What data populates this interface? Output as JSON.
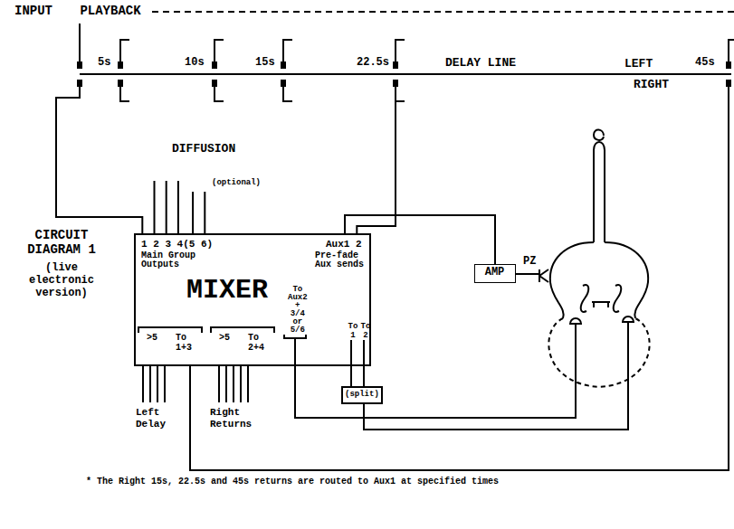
{
  "diagram": {
    "title": "CIRCUIT DIAGRAM 1",
    "caption": "* The Right 15s, 22.5s and 45s returns are routed to Aux1 at specified times",
    "nodes": [
      {
        "text": [
          "1 2 3 4(5 6)",
          "Main Group Outputs",
          "Aux1 2",
          "Pre-fade Aux sends",
          "MIXER",
          "To Aux2 + 3/4 or 5/6",
          ">5",
          "To 1+3",
          ">5",
          "To 2+4",
          "To 1",
          "To 2"
        ]
      },
      {
        "text": [
          "AMP"
        ]
      }
    ],
    "edges": [
      {
        "from": 0,
        "to": 1,
        "arrow": "none"
      }
    ],
    "labels": [
      "INPUT PLAYBACK",
      "5s",
      "10s",
      "15s",
      "22.5s",
      "DELAY LINE",
      "LEFT",
      "45s",
      "RIGHT",
      "DIFFUSION",
      "(optional)",
      "(live electronic version)",
      "PZ",
      "(split)",
      "Left Delay",
      "Right Returns"
    ]
  }
}
